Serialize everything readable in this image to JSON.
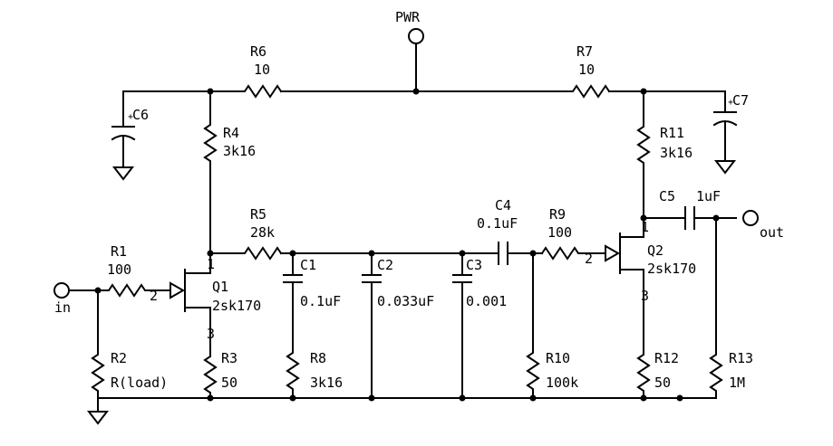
{
  "schematic": {
    "ports": {
      "pwr": "PWR",
      "in": "in",
      "out": "out"
    },
    "components": {
      "R1": {
        "ref": "R1",
        "value": "100"
      },
      "R2": {
        "ref": "R2",
        "value": "R(load)"
      },
      "R3": {
        "ref": "R3",
        "value": "50"
      },
      "R4": {
        "ref": "R4",
        "value": "3k16"
      },
      "R5": {
        "ref": "R5",
        "value": "28k"
      },
      "R6": {
        "ref": "R6",
        "value": "10"
      },
      "R7": {
        "ref": "R7",
        "value": "10"
      },
      "R8": {
        "ref": "R8",
        "value": "3k16"
      },
      "R9": {
        "ref": "R9",
        "value": "100"
      },
      "R10": {
        "ref": "R10",
        "value": "100k"
      },
      "R11": {
        "ref": "R11",
        "value": "3k16"
      },
      "R12": {
        "ref": "R12",
        "value": "50"
      },
      "R13": {
        "ref": "R13",
        "value": "1M"
      },
      "C1": {
        "ref": "C1",
        "value": "0.1uF"
      },
      "C2": {
        "ref": "C2",
        "value": "0.033uF"
      },
      "C3": {
        "ref": "C3",
        "value": "0.001"
      },
      "C4": {
        "ref": "C4",
        "value": "0.1uF"
      },
      "C5": {
        "ref": "C5",
        "value": "1uF"
      },
      "C6": {
        "ref": "C6"
      },
      "C7": {
        "ref": "C7"
      },
      "Q1": {
        "ref": "Q1",
        "value": "2sk170"
      },
      "Q2": {
        "ref": "Q2",
        "value": "2sk170"
      }
    },
    "pins": {
      "drain": "1",
      "gate": "2",
      "source": "3"
    }
  }
}
